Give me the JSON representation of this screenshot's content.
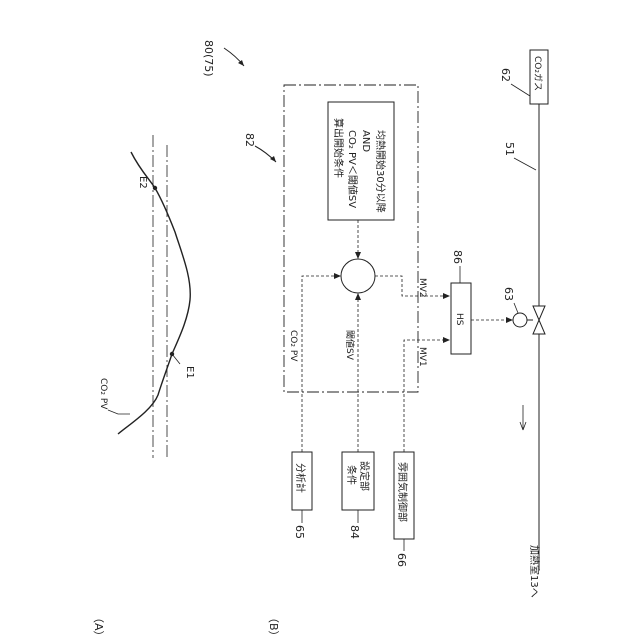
{
  "figure_ref": "80(75)",
  "panel_a": {
    "label": "（A）",
    "curve_label": "CO₂ PV",
    "point_1": "E1",
    "point_2": "E2"
  },
  "panel_b": {
    "label": "（B）",
    "controller_ref": "82",
    "condition_title": "算出開始条件",
    "condition_1": "CO₂ PV＜閾値SV",
    "condition_and": "AND",
    "condition_2": "均熱開始30分以降",
    "signal_co2pv": "CO₂ PV",
    "signal_threshold": "閾値SV",
    "mv1": "MV1",
    "mv2": "MV2",
    "hs_label": "HS",
    "hs_ref": "86",
    "valve_ref": "63",
    "sensor_ref": "62",
    "gas_label": "CO₂ガス",
    "pipe_ref": "51",
    "analyzer_label": "分析計",
    "analyzer_ref": "65",
    "setter_label": "条件設定部",
    "setter_line1": "条件",
    "setter_line2": "設定部",
    "setter_ref": "84",
    "atm_label": "雰囲気制御部",
    "atm_ref": "66",
    "destination": "加熱室13へ"
  }
}
